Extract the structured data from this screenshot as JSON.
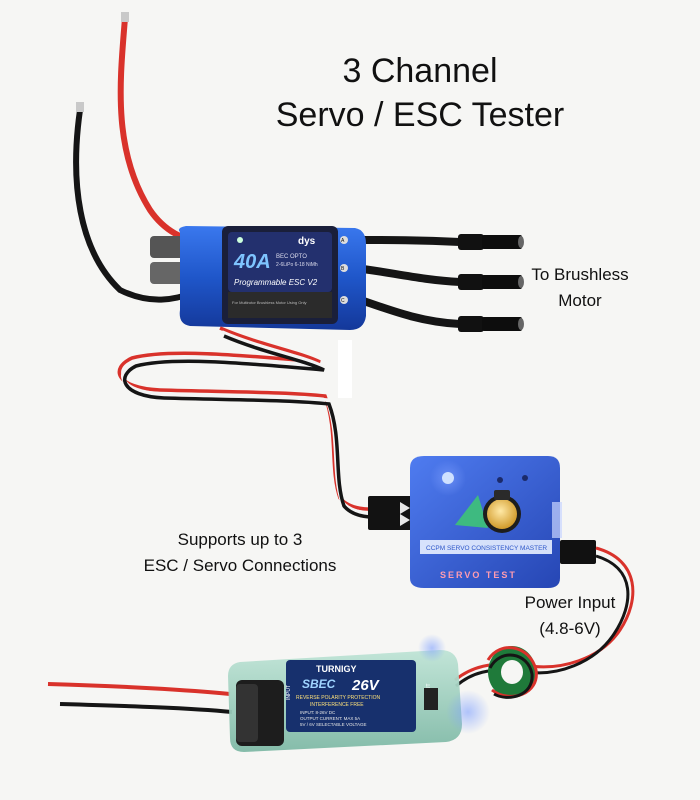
{
  "title": {
    "line1": "3 Channel",
    "line2": "Servo / ESC Tester"
  },
  "captions": {
    "motor_line1": "To Brushless",
    "motor_line2": "Motor",
    "connections_line1": "Supports up to 3",
    "connections_line2": "ESC / Servo Connections",
    "power_line1": "Power Input",
    "power_line2": "(4.8-6V)"
  },
  "esc": {
    "brand": "dys",
    "rating": "40A",
    "spec": "BEC OPTO",
    "cells": "2-6LiPo 6-18 NiMh",
    "model": "Programmable ESC V2",
    "footer": "For Multirotor Brushless Motor Using Only",
    "pin_a": "A",
    "pin_b": "B",
    "pin_c": "C"
  },
  "tester": {
    "label": "CCPM SERVO CONSISTENCY MASTER",
    "name": "SERVO TEST"
  },
  "ubec": {
    "brand": "TURNIGY",
    "model": "SBEC",
    "voltage": "26V",
    "line1": "REVERSE POLARITY PROTECTION",
    "line2": "INTERFERENCE FREE",
    "line3": "INPUT: 8-26V DC",
    "line4": "OUTPUT CURRENT: MAX 5A",
    "line5": "5V / 6V SELECTABLE VOLTAGE",
    "input": "INPUT",
    "output": "OUTPUT"
  },
  "colors": {
    "background": "#f6f6f4",
    "esc_blue": "#1f56c9",
    "tester_blue": "#3a63d8",
    "wire_red": "#d9322b",
    "wire_black": "#151515",
    "ferrite_green": "#1f7a3a"
  }
}
